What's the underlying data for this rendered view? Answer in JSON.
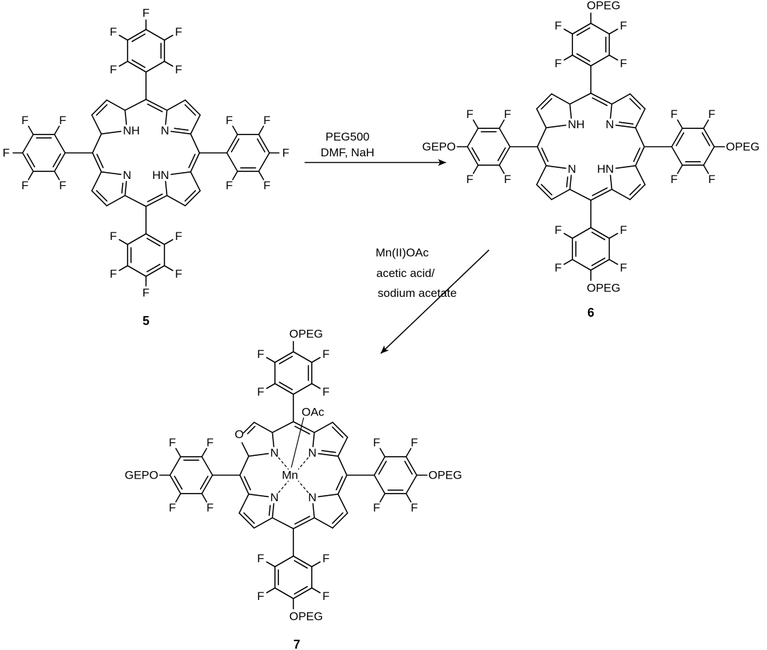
{
  "scheme": {
    "compounds": [
      {
        "id": "5",
        "n_labels": {
          "tl": "NH",
          "tr": "N",
          "bl": "N",
          "br": "HN"
        },
        "aryl": {
          "top": [
            "F",
            "F",
            "F",
            "F",
            "F"
          ],
          "right": [
            "F",
            "F",
            "F",
            "F",
            "F"
          ],
          "bottom": [
            "F",
            "F",
            "F",
            "F",
            "F"
          ],
          "left": [
            "F",
            "F",
            "F",
            "F",
            "F"
          ]
        }
      },
      {
        "id": "6",
        "n_labels": {
          "tl": "NH",
          "tr": "N",
          "bl": "N",
          "br": "HN"
        },
        "aryl": {
          "top": [
            "F",
            "F",
            "OPEG",
            "F",
            "F"
          ],
          "right": [
            "F",
            "F",
            "OPEG",
            "F",
            "F"
          ],
          "bottom": [
            "F",
            "F",
            "OPEG",
            "F",
            "F"
          ],
          "left": [
            "F",
            "F",
            "GEPO",
            "F",
            "F"
          ]
        }
      },
      {
        "id": "7",
        "n_labels": {
          "tl": "N",
          "tr": "N",
          "bl": "N",
          "br": "N"
        },
        "metal": "Mn",
        "axial_ligand": "OAc",
        "ring_oxygen": "O",
        "aryl": {
          "top": [
            "F",
            "F",
            "OPEG",
            "F",
            "F"
          ],
          "right": [
            "F",
            "F",
            "OPEG",
            "F",
            "F"
          ],
          "bottom": [
            "F",
            "F",
            "OPEG",
            "F",
            "F"
          ],
          "left": [
            "F",
            "F",
            "GEPO",
            "F",
            "F"
          ]
        }
      }
    ],
    "step1": {
      "reagents": [
        "PEG500",
        "DMF, NaH"
      ]
    },
    "step2": {
      "reagents": [
        "Mn(II)OAc",
        "acetic acid/",
        "sodium acetate"
      ]
    }
  }
}
